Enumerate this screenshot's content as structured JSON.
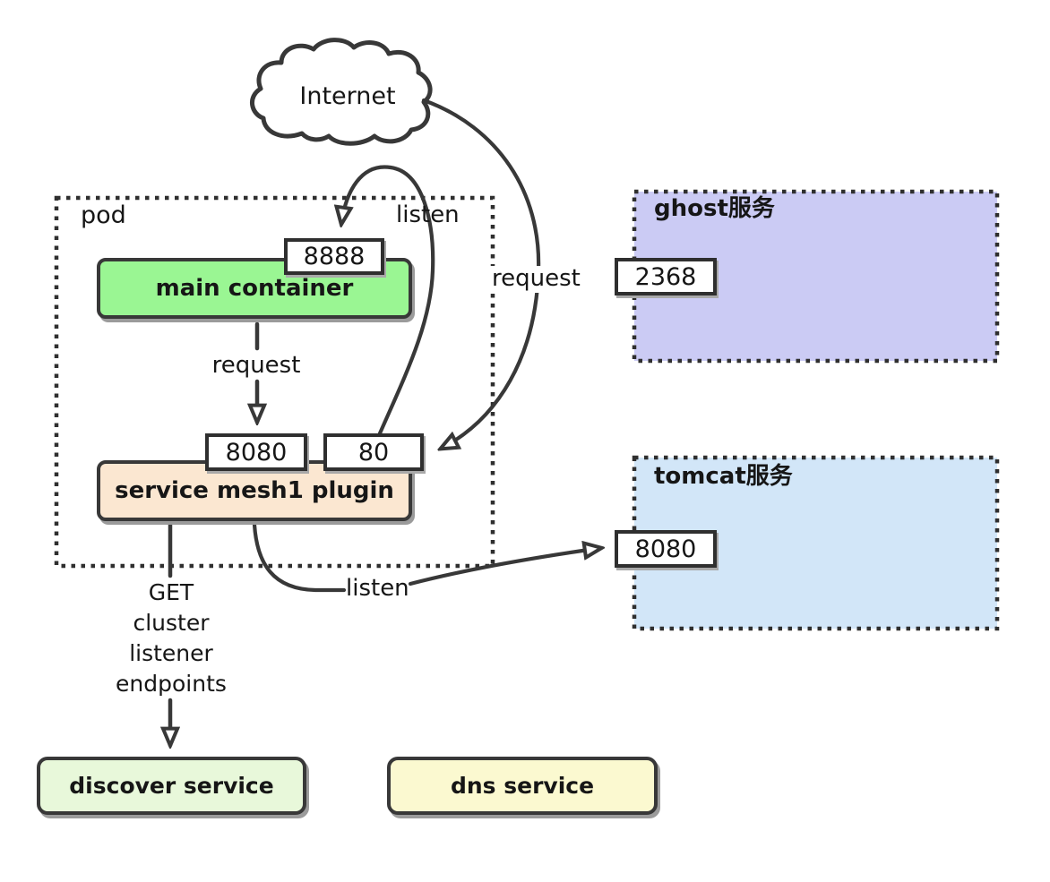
{
  "diagram": {
    "internet": {
      "label": "Internet"
    },
    "pod": {
      "label": "pod",
      "main_container": {
        "label": "main container",
        "port": "8888"
      },
      "mesh_plugin": {
        "label": "service mesh1 plugin",
        "port_left": "8080",
        "port_right": "80"
      }
    },
    "edges": {
      "listen_top": "listen",
      "request_internet": "request",
      "request_internal": "request",
      "listen_bottom": "listen",
      "discovery_calls": [
        "GET",
        "cluster",
        "listener",
        "endpoints"
      ]
    },
    "external_services": {
      "ghost": {
        "label": "ghost服务",
        "port": "2368"
      },
      "tomcat": {
        "label": "tomcat服务",
        "port": "8080"
      },
      "discover": {
        "label": "discover service"
      },
      "dns": {
        "label": "dns service"
      }
    },
    "colors": {
      "stroke": "#383838",
      "main_container_fill": "#9af693",
      "mesh_plugin_fill": "#fbe7d1",
      "ghost_fill": "#cbcbf4",
      "tomcat_fill": "#d2e6f8",
      "discover_fill": "#e8f8da",
      "dns_fill": "#fbf9d0"
    }
  }
}
